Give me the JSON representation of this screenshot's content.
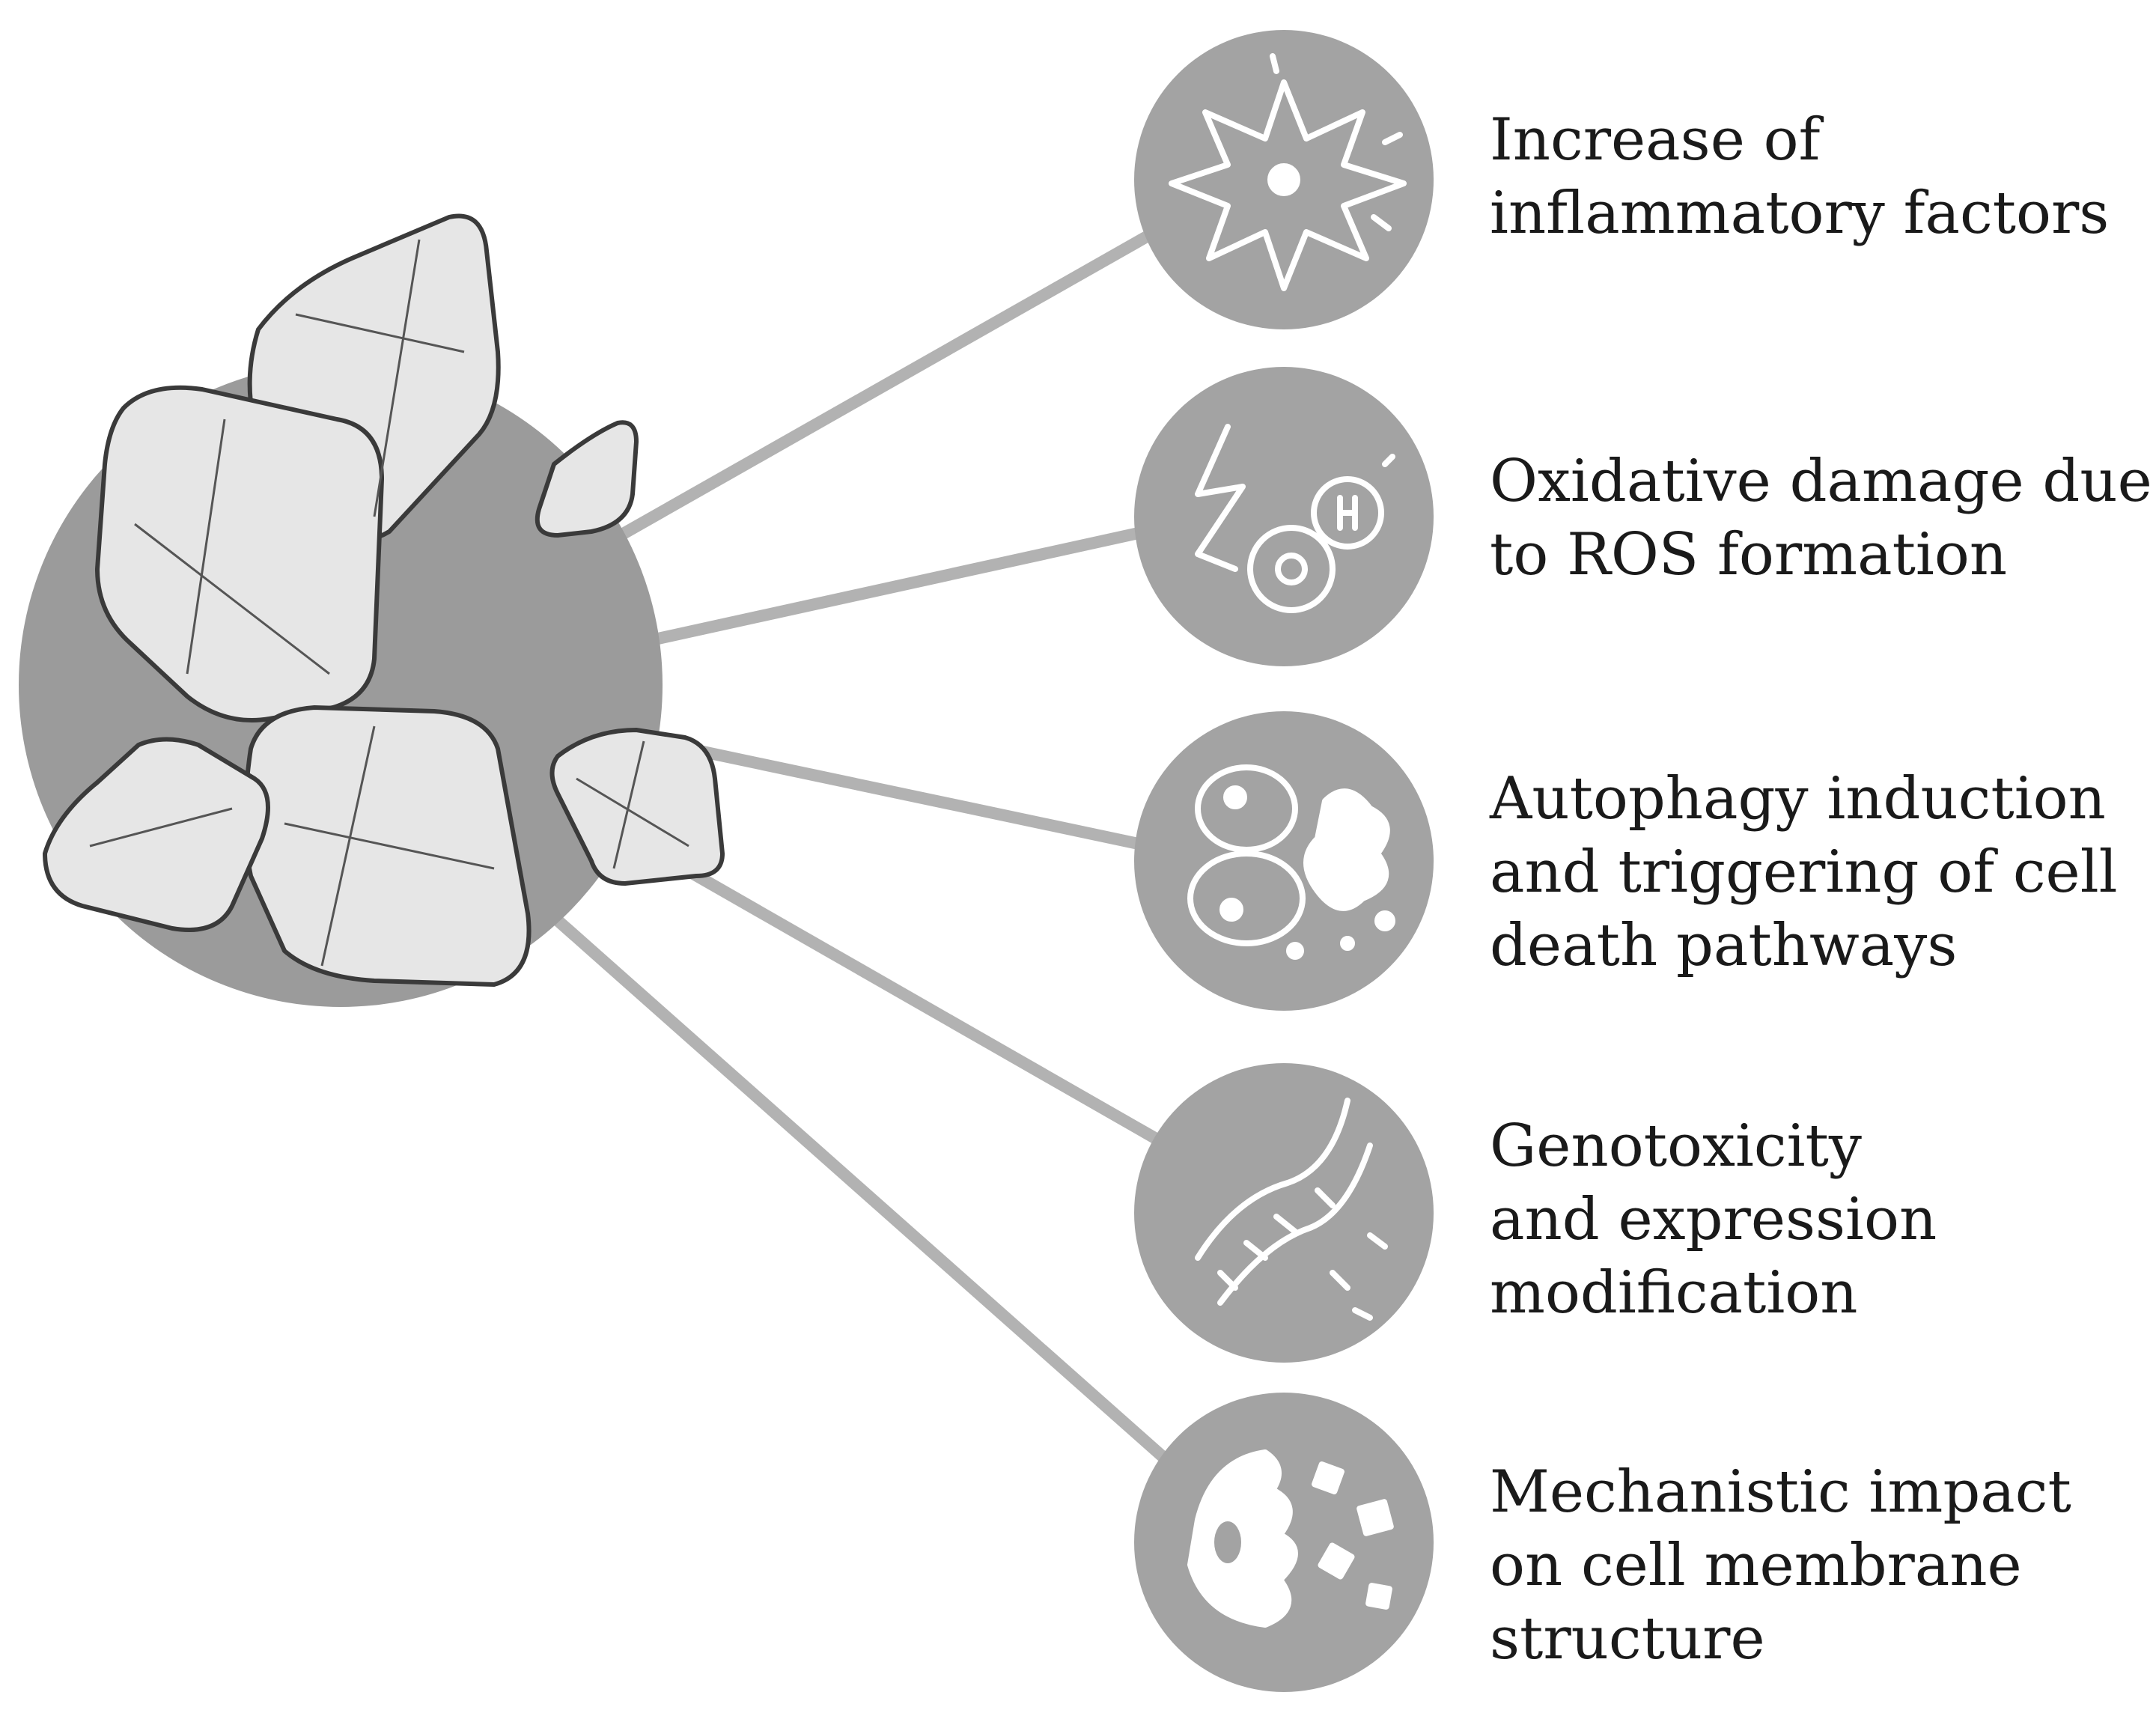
{
  "effects": [
    {
      "icon": "inflamed-cell-icon",
      "lines": [
        "Increase of",
        "inflammatory factors"
      ]
    },
    {
      "icon": "ros-molecule-icon",
      "lines": [
        "Oxidative damage due",
        "to ROS formation"
      ]
    },
    {
      "icon": "dying-cell-icon",
      "lines": [
        "Autophagy induction",
        "and triggering of cell",
        "death pathways"
      ]
    },
    {
      "icon": "dna-damage-icon",
      "lines": [
        "Genotoxicity",
        "and expression",
        "modification"
      ]
    },
    {
      "icon": "damaged-membrane-icon",
      "lines": [
        "Mechanistic impact",
        "on cell membrane",
        "structure"
      ]
    }
  ],
  "colors": {
    "circle": "#a3a3a3",
    "central_circle": "#9b9b9b",
    "connector": "#b2b2b2",
    "particle_fill": "#e6e6e6",
    "particle_stroke": "#3a3a3a",
    "icon_stroke": "#ffffff",
    "text": "#1a1a1a"
  }
}
